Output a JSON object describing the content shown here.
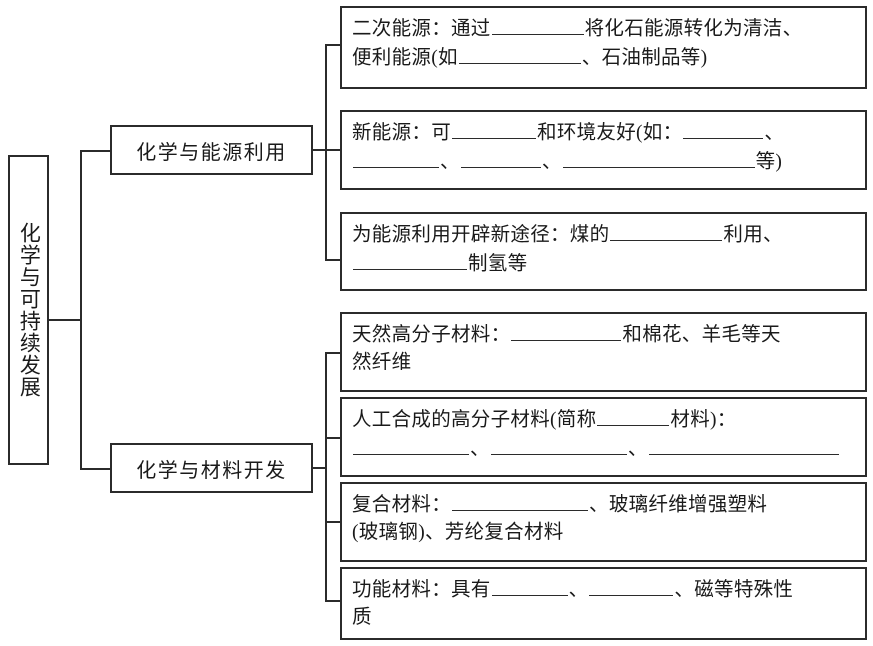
{
  "diagram": {
    "title": "化学与可持续发展",
    "root": {
      "label": "化学与可持续发展"
    },
    "branches": [
      {
        "label": "化学与能源利用",
        "leaves": [
          {
            "name": "secondary-energy",
            "lines": [
              [
                {
                  "t": "text",
                  "v": "二次能源：通过"
                },
                {
                  "t": "blank",
                  "w": 92
                },
                {
                  "t": "text",
                  "v": "将化石能源转化为清洁、"
                }
              ],
              [
                {
                  "t": "text",
                  "v": "便利能源(如"
                },
                {
                  "t": "blank",
                  "w": 122
                },
                {
                  "t": "text",
                  "v": "、石油制品等)"
                }
              ]
            ]
          },
          {
            "name": "new-energy",
            "lines": [
              [
                {
                  "t": "text",
                  "v": "新能源：可"
                },
                {
                  "t": "blank",
                  "w": 84
                },
                {
                  "t": "text",
                  "v": "和环境友好(如："
                },
                {
                  "t": "blank",
                  "w": 80
                },
                {
                  "t": "text",
                  "v": "、"
                }
              ],
              [
                {
                  "t": "blank",
                  "w": 86
                },
                {
                  "t": "text",
                  "v": "、"
                },
                {
                  "t": "blank",
                  "w": 80
                },
                {
                  "t": "text",
                  "v": "、"
                },
                {
                  "t": "blank",
                  "w": 192
                },
                {
                  "t": "text",
                  "v": "等)"
                }
              ]
            ]
          },
          {
            "name": "new-energy-pathways",
            "lines": [
              [
                {
                  "t": "text",
                  "v": "为能源利用开辟新途径：煤的"
                },
                {
                  "t": "blank",
                  "w": 112
                },
                {
                  "t": "text",
                  "v": "利用、"
                }
              ],
              [
                {
                  "t": "blank",
                  "w": 114
                },
                {
                  "t": "text",
                  "v": "制氢等"
                }
              ]
            ]
          }
        ]
      },
      {
        "label": "化学与材料开发",
        "leaves": [
          {
            "name": "natural-polymer-material",
            "lines": [
              [
                {
                  "t": "text",
                  "v": "天然高分子材料："
                },
                {
                  "t": "blank",
                  "w": 110
                },
                {
                  "t": "text",
                  "v": "和棉花、羊毛等天"
                }
              ],
              [
                {
                  "t": "text",
                  "v": "然纤维"
                }
              ]
            ]
          },
          {
            "name": "synthetic-polymer-material",
            "lines": [
              [
                {
                  "t": "text",
                  "v": "人工合成的高分子材料(简称"
                },
                {
                  "t": "blank",
                  "w": 72
                },
                {
                  "t": "text",
                  "v": "材料)："
                }
              ],
              [
                {
                  "t": "blank",
                  "w": 116
                },
                {
                  "t": "text",
                  "v": "、"
                },
                {
                  "t": "blank",
                  "w": 136
                },
                {
                  "t": "text",
                  "v": "、"
                },
                {
                  "t": "blank",
                  "w": 190
                }
              ]
            ]
          },
          {
            "name": "composite-material",
            "lines": [
              [
                {
                  "t": "text",
                  "v": "复合材料："
                },
                {
                  "t": "blank",
                  "w": 136
                },
                {
                  "t": "text",
                  "v": "、玻璃纤维增强塑料"
                }
              ],
              [
                {
                  "t": "text",
                  "v": "(玻璃钢)、芳纶复合材料"
                }
              ]
            ]
          },
          {
            "name": "functional-material",
            "lines": [
              [
                {
                  "t": "text",
                  "v": "功能材料：具有"
                },
                {
                  "t": "blank",
                  "w": 76
                },
                {
                  "t": "text",
                  "v": "、"
                },
                {
                  "t": "blank",
                  "w": 84
                },
                {
                  "t": "text",
                  "v": "、磁等特殊性"
                }
              ],
              [
                {
                  "t": "text",
                  "v": "质"
                }
              ]
            ]
          }
        ]
      }
    ],
    "colors": {
      "stroke": "#2b2b2b",
      "background": "#ffffff",
      "text": "#1a1a1a"
    }
  }
}
